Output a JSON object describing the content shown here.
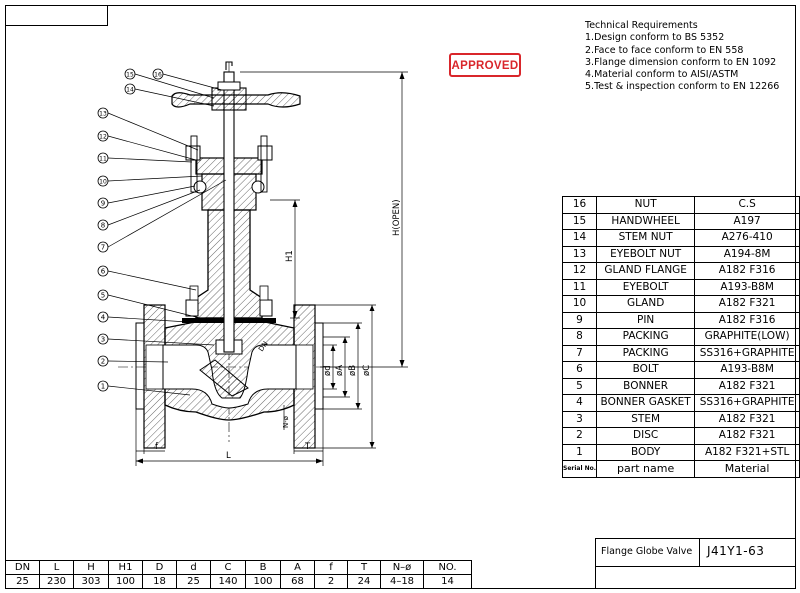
{
  "technical_requirements": {
    "heading": "Technical Requirements",
    "items": [
      "1.Design conform to BS 5352",
      "2.Face to face conform to EN 558",
      "3.Flange dimension conform to EN 1092",
      "4.Material conform to AISI/ASTM",
      "5.Test & inspection conform to EN 12266"
    ]
  },
  "stamp": {
    "text": "APPROVED",
    "color": "#d9262b"
  },
  "bom": {
    "rows": [
      {
        "no": "16",
        "part": "NUT",
        "material": "C.S"
      },
      {
        "no": "15",
        "part": "HANDWHEEL",
        "material": "A197"
      },
      {
        "no": "14",
        "part": "STEM NUT",
        "material": "A276-410"
      },
      {
        "no": "13",
        "part": "EYEBOLT NUT",
        "material": "A194-8M"
      },
      {
        "no": "12",
        "part": "GLAND FLANGE",
        "material": "A182 F316"
      },
      {
        "no": "11",
        "part": "EYEBOLT",
        "material": "A193-B8M"
      },
      {
        "no": "10",
        "part": "GLAND",
        "material": "A182 F321"
      },
      {
        "no": "9",
        "part": "PIN",
        "material": "A182 F316"
      },
      {
        "no": "8",
        "part": "PACKING",
        "material": "GRAPHITE(LOW)"
      },
      {
        "no": "7",
        "part": "PACKING",
        "material": "SS316+GRAPHITE"
      },
      {
        "no": "6",
        "part": "BOLT",
        "material": "A193-B8M"
      },
      {
        "no": "5",
        "part": "BONNER",
        "material": "A182 F321"
      },
      {
        "no": "4",
        "part": "BONNER GASKET",
        "material": "SS316+GRAPHITE"
      },
      {
        "no": "3",
        "part": "STEM",
        "material": "A182 F321"
      },
      {
        "no": "2",
        "part": "DISC",
        "material": "A182 F321"
      },
      {
        "no": "1",
        "part": "BODY",
        "material": "A182 F321+STL"
      }
    ],
    "header": {
      "no": "Serial No.",
      "part": "part name",
      "material": "Material"
    }
  },
  "title_block": {
    "name": "Flange Globe Valve",
    "code": "J41Y1-63"
  },
  "dimensions": {
    "headers": [
      "DN",
      "L",
      "H",
      "H1",
      "D",
      "d",
      "C",
      "B",
      "A",
      "f",
      "T",
      "N–ø",
      "NO."
    ],
    "values": [
      "25",
      "230",
      "303",
      "100",
      "18",
      "25",
      "140",
      "100",
      "68",
      "2",
      "24",
      "4–18",
      "14"
    ]
  },
  "drawing": {
    "balloons": [
      "1",
      "2",
      "3",
      "4",
      "5",
      "6",
      "7",
      "8",
      "9",
      "10",
      "11",
      "12",
      "13",
      "14",
      "15",
      "16"
    ],
    "dimension_labels": {
      "h_open": "H(OPEN)",
      "h1": "H1",
      "d_small": "ød",
      "a": "øA",
      "b": "øB",
      "c": "øC",
      "f": "f",
      "t": "T",
      "l": "L",
      "n_phi": "N-ø",
      "dn": "DN"
    }
  }
}
